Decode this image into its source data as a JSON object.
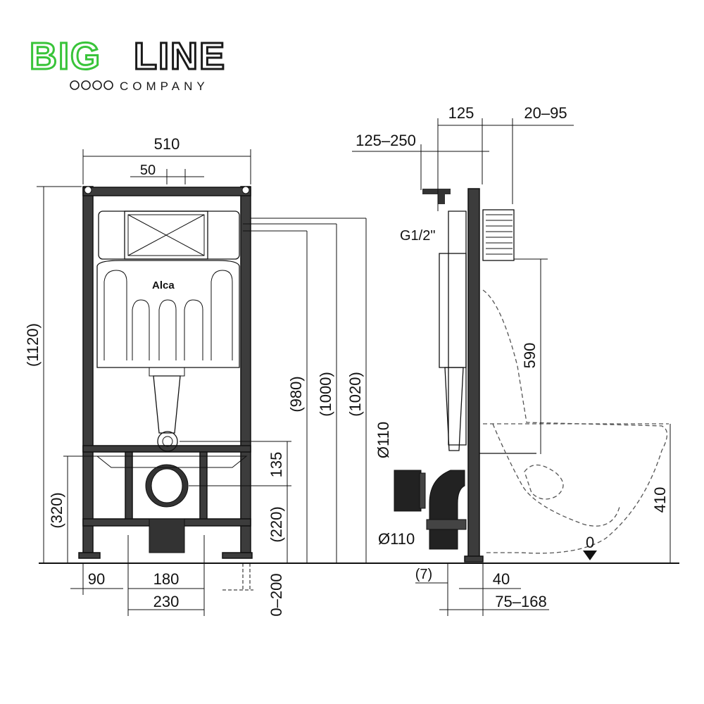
{
  "logo": {
    "brand_left": "BIG",
    "brand_right": "LINE",
    "tagline": "COMPANY",
    "colors": {
      "green": "#39c43a",
      "dark": "#1a1a1a"
    }
  },
  "front_view": {
    "brand_label": "Alca",
    "dims": {
      "width_total": "510",
      "offset_top": "50",
      "height_total": "(1120)",
      "h_980": "(980)",
      "h_1000": "(1000)",
      "h_1020": "(1020)",
      "h_320": "(320)",
      "h_135": "135",
      "h_220": "(220)",
      "h_adj": "0–200",
      "w_90": "90",
      "w_180": "180",
      "w_230": "230"
    }
  },
  "side_view": {
    "dims": {
      "d_125": "125",
      "d_20_95": "20–95",
      "d_125_250": "125–250",
      "water_inlet": "G1/2\"",
      "d_590": "590",
      "pipe_top": "Ø110",
      "pipe_bottom": "Ø110",
      "d_410": "410",
      "zero": "0",
      "d_7": "(7)",
      "d_40": "40",
      "d_75_168": "75–168"
    }
  }
}
